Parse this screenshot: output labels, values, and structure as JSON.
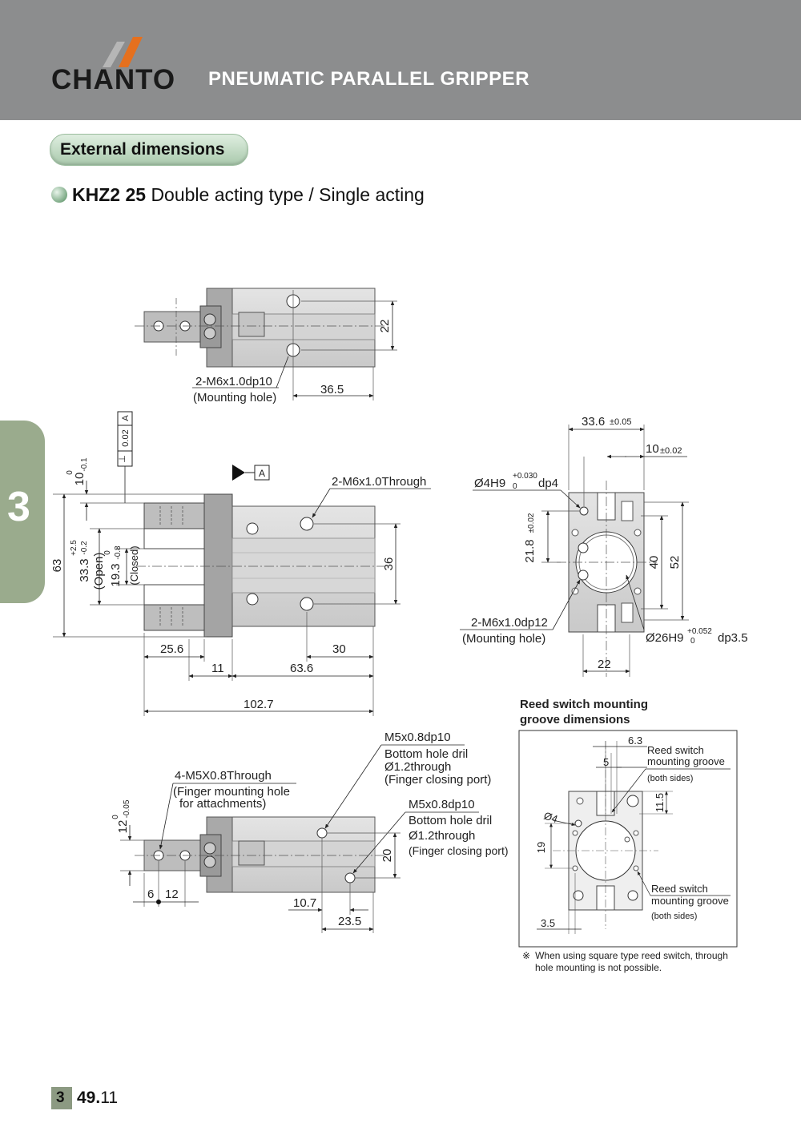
{
  "header": {
    "brand": "CHANTO",
    "title": "PNEUMATIC PARALLEL GRIPPER",
    "colors": {
      "band": "#8c8d8e",
      "logo_accent": "#e5701e",
      "logo_grey": "#b6b6b6"
    }
  },
  "section": {
    "label": "External dimensions"
  },
  "model": {
    "code": "KHZ2 25",
    "description": "Double acting type / Single acting"
  },
  "side_tab": {
    "number": "3"
  },
  "top_view": {
    "hole_label": "2-M6x1.0dp10",
    "hole_note": "(Mounting hole)",
    "dim_width": "36.5",
    "dim_height": "22"
  },
  "front_view": {
    "through_label": "2-M6x1.0Through",
    "datum": "A",
    "tol_symbol": "⊥",
    "tol_value": "0.02",
    "tol_datum": "A",
    "dim_63": "63",
    "dim_10": "10",
    "dim_10_tol_up": "0",
    "dim_10_tol_lo": "-0.1",
    "dim_33": "33.3",
    "dim_33_tol_up": "+2.5",
    "dim_33_tol_lo": "-0.2",
    "open": "(Open)",
    "dim_19": "19.3",
    "dim_19_tol_up": "0",
    "dim_19_tol_lo": "-0.8",
    "closed": "(Closed)",
    "dim_36": "36",
    "dim_25_6": "25.6",
    "dim_30": "30",
    "dim_11": "11",
    "dim_63_6": "63.6",
    "dim_102_7": "102.7"
  },
  "end_view": {
    "dim_33_6": "33.6",
    "dim_33_6_tol": "±0.05",
    "dim_10": "10",
    "dim_10_tol": "±0.02",
    "pin_label": "Ø4H9",
    "pin_tol_up": "+0.030",
    "pin_tol_lo": "0",
    "pin_depth": "dp4",
    "dim_21_8": "21.8",
    "dim_21_8_tol": "±0.02",
    "dim_40": "40",
    "dim_52": "52",
    "hole_label": "2-M6x1.0dp12",
    "hole_note": "(Mounting hole)",
    "bore_label": "Ø26H9",
    "bore_tol_up": "+0.052",
    "bore_tol_lo": "0",
    "bore_depth": "dp3.5",
    "dim_22": "22"
  },
  "bottom_view": {
    "finger_label": "4-M5X0.8Through",
    "finger_note_1": "(Finger mounting hole",
    "finger_note_2": "for attachments)",
    "port1_label": "M5x0.8dp10",
    "port1_line2": "Bottom hole dril",
    "port1_line3": "Ø1.2through",
    "port1_line4": "(Finger closing port)",
    "port2_label": "M5x0.8dp10",
    "port2_line2": "Bottom hole dril",
    "port2_line3": "Ø1.2through",
    "port2_line4": "(Finger closing port)",
    "dim_12": "12",
    "dim_12_tol_up": "0",
    "dim_12_tol_lo": "-0.05",
    "dim_6": "6",
    "dim_12b": "12",
    "dim_20": "20",
    "dim_10_7": "10.7",
    "dim_23_5": "23.5"
  },
  "reed_switch": {
    "title_1": "Reed switch mounting",
    "title_2": "groove dimensions",
    "dim_6_3": "6.3",
    "dim_5": "5",
    "groove_1": "Reed switch",
    "groove_2": "mounting groove",
    "both_sides": "(both sides)",
    "dim_11_5": "11.5",
    "dim_phi4": "Ø4",
    "dim_19": "19",
    "groove_b1": "Reed switch",
    "groove_b2": "mounting groove",
    "both_sides_b": "(both sides)",
    "dim_3_5": "3.5"
  },
  "note": {
    "mark": "※",
    "text_1": "When using square type reed switch, through",
    "text_2": "hole mounting is not possible."
  },
  "footer": {
    "chapter": "3",
    "page_bold": "49.",
    "page_rest": "11"
  }
}
